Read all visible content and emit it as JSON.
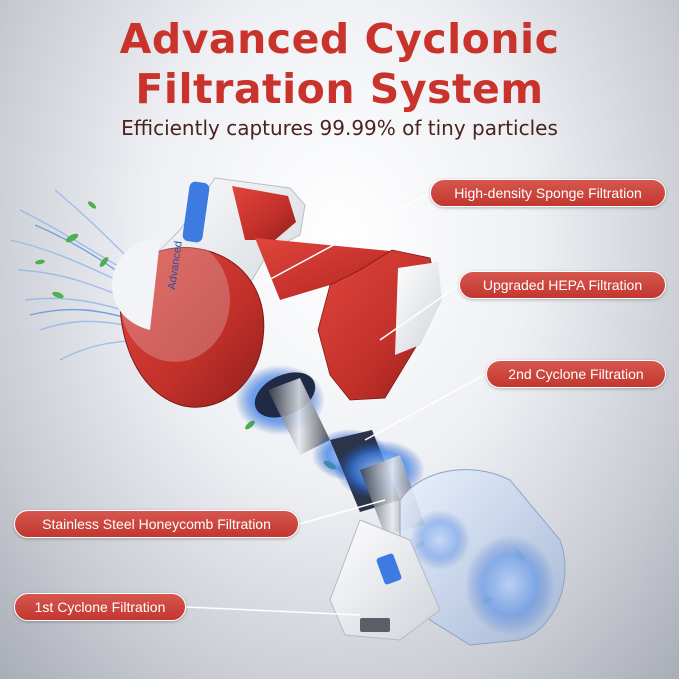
{
  "headline": {
    "line1": "Advanced Cyclonic",
    "line2": "Filtration System"
  },
  "subhead": "Efficiently captures 99.99% of tiny particles",
  "product": {
    "brand_mark": "Advanced",
    "colors": {
      "body_red": "#c9332b",
      "white": "#f4f4f4",
      "blue_glow": "#2f6fe0",
      "leaf_green": "#4caf50"
    }
  },
  "callouts": [
    {
      "label": "High-density Sponge Filtration"
    },
    {
      "label": "Upgraded HEPA Filtration"
    },
    {
      "label": "2nd Cyclone Filtration"
    },
    {
      "label": "Stainless Steel Honeycomb Filtration"
    },
    {
      "label": "1st Cyclone Filtration"
    }
  ]
}
